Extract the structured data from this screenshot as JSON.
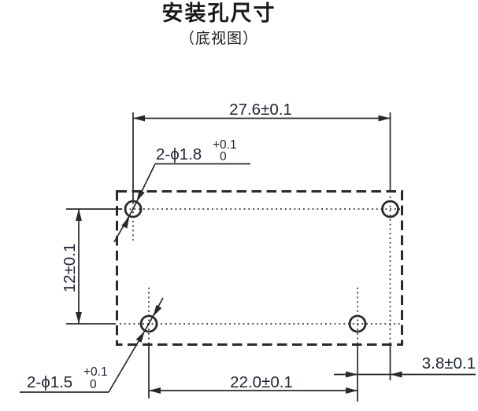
{
  "title": "安装孔尺寸",
  "subtitle": "（底视图）",
  "colors": {
    "line": "#2a282b",
    "dimension_text": "#1f2433"
  },
  "dimensions": {
    "top_width": "27.6±0.1",
    "left_height": "12±0.1",
    "bottom_width": "22.0±0.1",
    "right_offset": "3.8±0.1"
  },
  "hole_labels": {
    "top_holes": {
      "prefix": "2-ϕ1.8",
      "tolerance_upper": "+0.1",
      "tolerance_lower": "0"
    },
    "bottom_holes": {
      "prefix": "2-ϕ1.5",
      "tolerance_upper": "+0.1",
      "tolerance_lower": "0"
    }
  }
}
